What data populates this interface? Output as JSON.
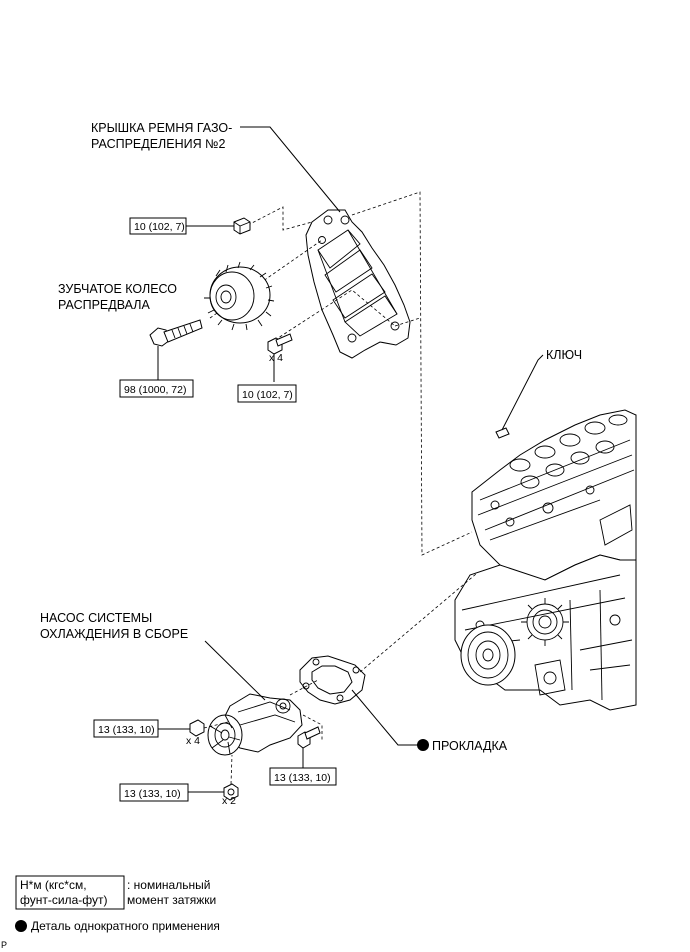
{
  "labels": {
    "belt_cover_line1": "КРЫШКА РЕМНЯ ГАЗО-",
    "belt_cover_line2": "РАСПРЕДЕЛЕНИЯ №2",
    "gear_line1": "ЗУБЧАТОЕ КОЛЕСО",
    "gear_line2": "РАСПРЕДВАЛА",
    "key": "КЛЮЧ",
    "pump_line1": "НАСОС СИСТЕМЫ",
    "pump_line2": "ОХЛАЖДЕНИЯ В СБОРЕ",
    "gasket": "ПРОКЛАДКА"
  },
  "torques": {
    "cover_bolt_top": "10 (102, 7)",
    "gear_bolt": "98 (1000, 72)",
    "cover_bolts": "10 (102, 7)",
    "pump_bolts_left": "13 (133, 10)",
    "pump_bolt_right": "13 (133, 10)",
    "pump_nuts": "13 (133, 10)"
  },
  "quantities": {
    "cover_bolts": "x 4",
    "pump_bolts_left": "x 4",
    "pump_nuts": "x 2"
  },
  "legend": {
    "torque_box_line1": "Н*м (кгс*см,",
    "torque_box_line2": "фунт-сила-фут)",
    "torque_desc_line1": ": номинальный",
    "torque_desc_line2": "момент затяжки",
    "non_reusable": "Деталь однократного применения"
  },
  "corner_mark": "P"
}
